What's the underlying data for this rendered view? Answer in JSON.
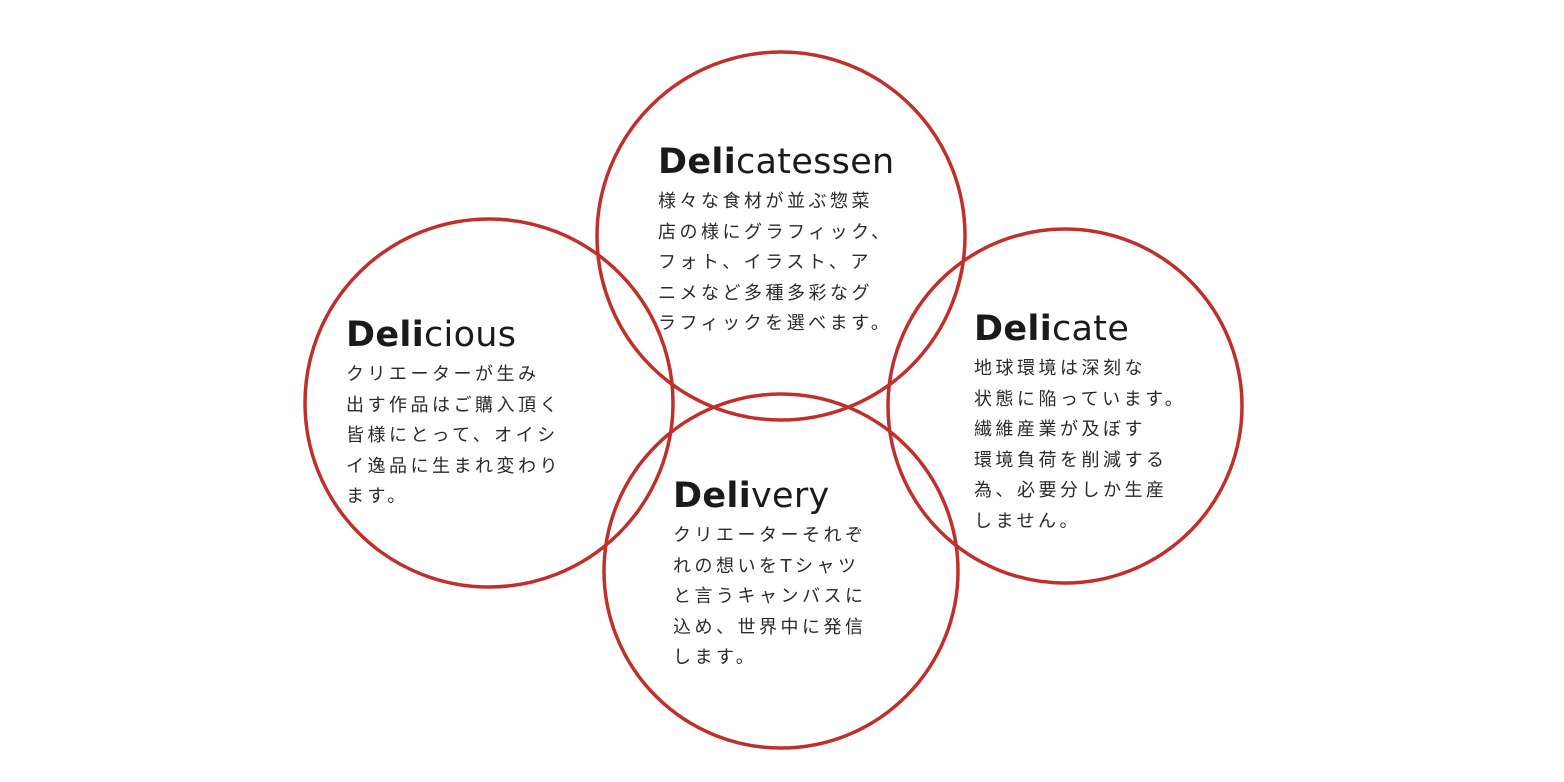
{
  "ring_color": "#c0302b",
  "text_color": "#1a1a1a",
  "circles": [
    {
      "id": "delicatessen",
      "heading_bold": "Deli",
      "heading_rest": "catessen",
      "lines": [
        "様々な食材が並ぶ惣菜",
        "店の様にグラフィック、",
        "フォト、イラスト、ア",
        "ニメなど多種多彩なグ",
        "ラフィックを選べます。"
      ]
    },
    {
      "id": "delicious",
      "heading_bold": "Deli",
      "heading_rest": "cious",
      "lines": [
        "クリエーターが生み",
        "出す作品はご購入頂く",
        "皆様にとって、オイシ",
        "イ逸品に生まれ変わり",
        "ます。"
      ]
    },
    {
      "id": "delicate",
      "heading_bold": "Deli",
      "heading_rest": "cate",
      "lines": [
        "地球環境は深刻な",
        "状態に陥っています。",
        "繊維産業が及ぼす",
        "環境負荷を削減する",
        "為、必要分しか生産",
        "しません。"
      ]
    },
    {
      "id": "delivery",
      "heading_bold": "Deli",
      "heading_rest": "very",
      "lines": [
        "クリエーターそれぞ",
        "れの想いをTシャツ",
        "と言うキャンバスに",
        "込め、世界中に発信",
        "します。"
      ]
    }
  ]
}
